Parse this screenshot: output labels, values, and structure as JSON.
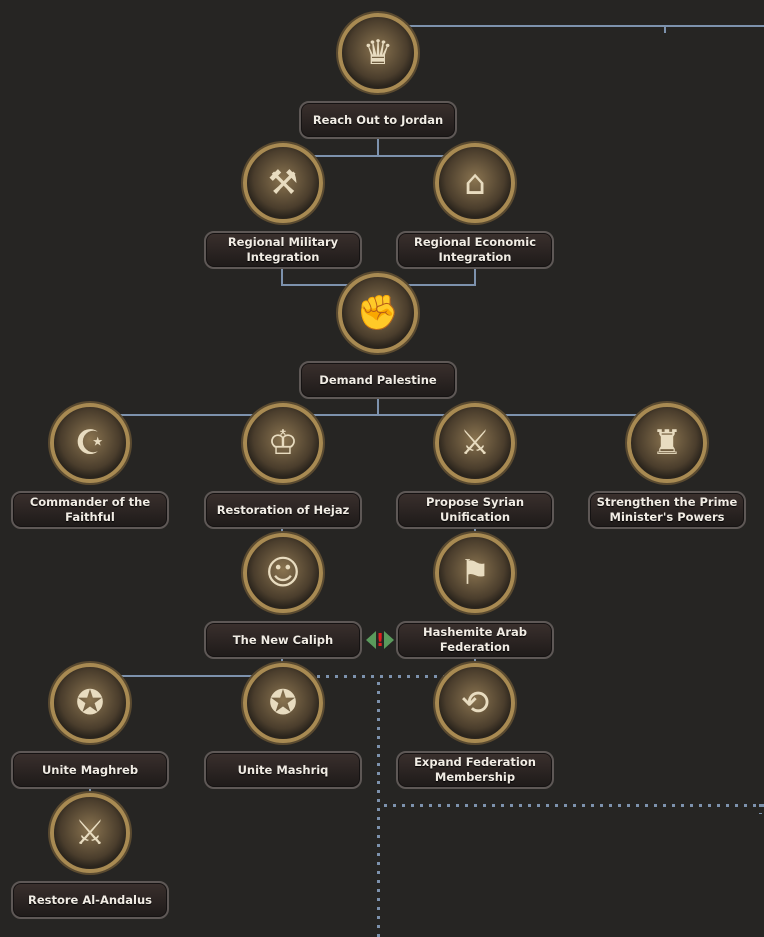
{
  "focuses": [
    {
      "id": "jordan",
      "label": "Reach Out to Jordan",
      "icon": "coat-of-arms-icon",
      "glyph": "♛"
    },
    {
      "id": "mil",
      "label": "Regional Military Integration",
      "icon": "factory-icon",
      "glyph": "⚒"
    },
    {
      "id": "eco",
      "label": "Regional Economic Integration",
      "icon": "industry-icon",
      "glyph": "⌂"
    },
    {
      "id": "pal",
      "label": "Demand Palestine",
      "icon": "fist-map-icon",
      "glyph": "✊"
    },
    {
      "id": "faith",
      "label": "Commander of the Faithful",
      "icon": "crescent-icon",
      "glyph": "☪"
    },
    {
      "id": "hejaz",
      "label": "Restoration of Hejaz",
      "icon": "hejaz-arms-icon",
      "glyph": "♔"
    },
    {
      "id": "syria",
      "label": "Propose Syrian Unification",
      "icon": "crossed-flags-icon",
      "glyph": "⚔"
    },
    {
      "id": "pm",
      "label": "Strengthen the Prime Minister's Powers",
      "icon": "torch-shield-icon",
      "glyph": "♜"
    },
    {
      "id": "caliph",
      "label": "The New Caliph",
      "icon": "caliph-portrait-icon",
      "glyph": "☺"
    },
    {
      "id": "haf",
      "label": "Hashemite Arab Federation",
      "icon": "federation-flag-icon",
      "glyph": "⚑"
    },
    {
      "id": "maghreb",
      "label": "Unite Maghreb",
      "icon": "map-maghreb-icon",
      "glyph": "✪"
    },
    {
      "id": "mashriq",
      "label": "Unite Mashriq",
      "icon": "map-mashriq-icon",
      "glyph": "✪"
    },
    {
      "id": "expand",
      "label": "Expand Federation Membership",
      "icon": "expand-arrows-icon",
      "glyph": "⟲"
    },
    {
      "id": "andalus",
      "label": "Restore Al-Andalus",
      "icon": "spain-swords-icon",
      "glyph": "⚔"
    }
  ],
  "mutually_exclusive": {
    "icon": "mutually-exclusive-icon",
    "mark": "!"
  }
}
